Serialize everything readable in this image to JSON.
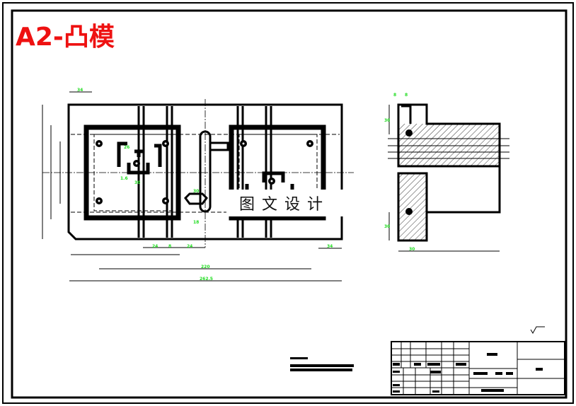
{
  "drawing": {
    "title": "A2-凸模",
    "watermark": "图文设计",
    "colors": {
      "title": "#ee1111",
      "dimensions": "#22dd22",
      "lines": "#000000"
    },
    "front_view": {
      "dimensions": [
        "34",
        "26",
        "30",
        "1.6",
        "30",
        "18",
        "24",
        "8",
        "24",
        "220",
        "262.5",
        "34"
      ]
    },
    "side_view": {
      "dimensions": [
        "8",
        "8",
        "30",
        "30",
        "30"
      ]
    }
  }
}
